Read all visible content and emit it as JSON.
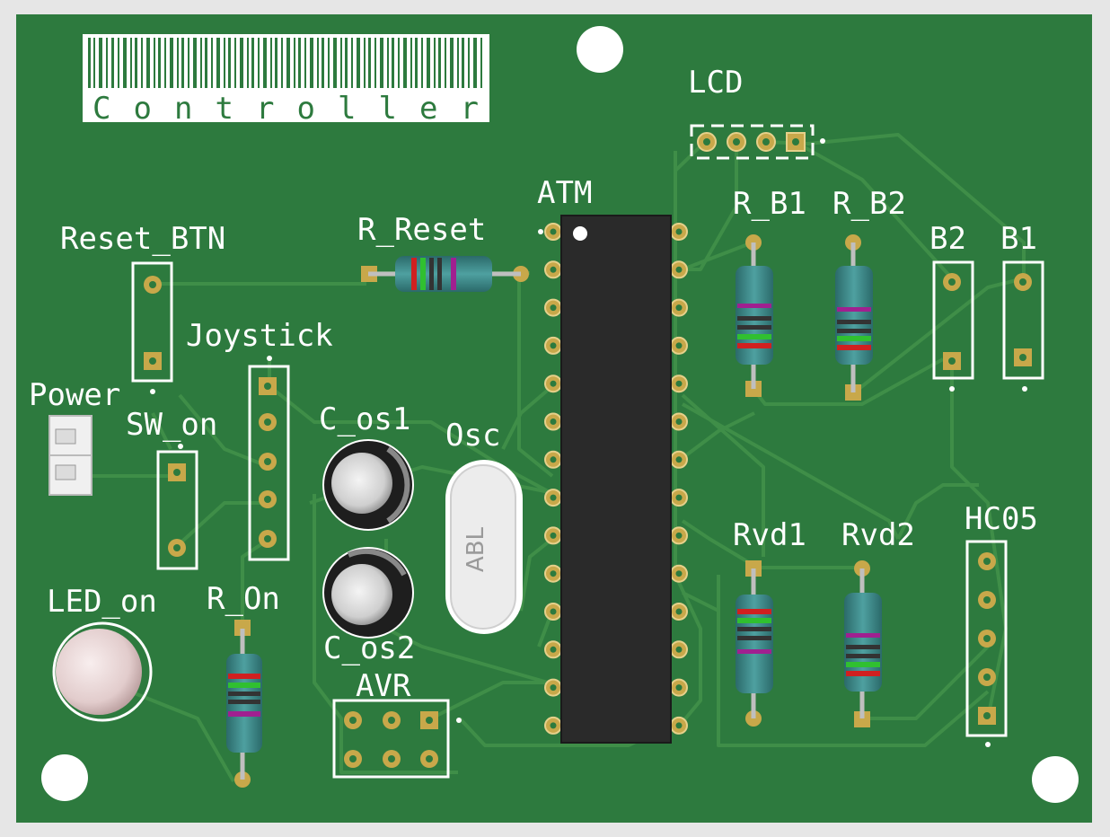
{
  "board": {
    "labels": {
      "lcd": "LCD",
      "atm": "ATM",
      "r_reset": "R_Reset",
      "reset_btn": "Reset_BTN",
      "joystick": "Joystick",
      "power": "Power",
      "sw_on": "SW_on",
      "c_os1": "C_os1",
      "osc": "Osc",
      "c_os2": "C_os2",
      "avr": "AVR",
      "led_on": "LED_on",
      "r_on": "R_On",
      "r_b1": "R_B1",
      "r_b2": "R_B2",
      "b2": "B2",
      "b1": "B1",
      "rvd1": "Rvd1",
      "rvd2": "Rvd2",
      "hc05": "HC05"
    },
    "logo_text": "Controller",
    "crystal_marking": "ABL"
  },
  "colors": {
    "pcb": "#2d7a3e",
    "trace": "#3f8e48",
    "silkscreen": "#ffffff",
    "pad": "#c8a84a",
    "ic_body": "#2a2a2a",
    "resistor_body": "#3d8a8a"
  }
}
